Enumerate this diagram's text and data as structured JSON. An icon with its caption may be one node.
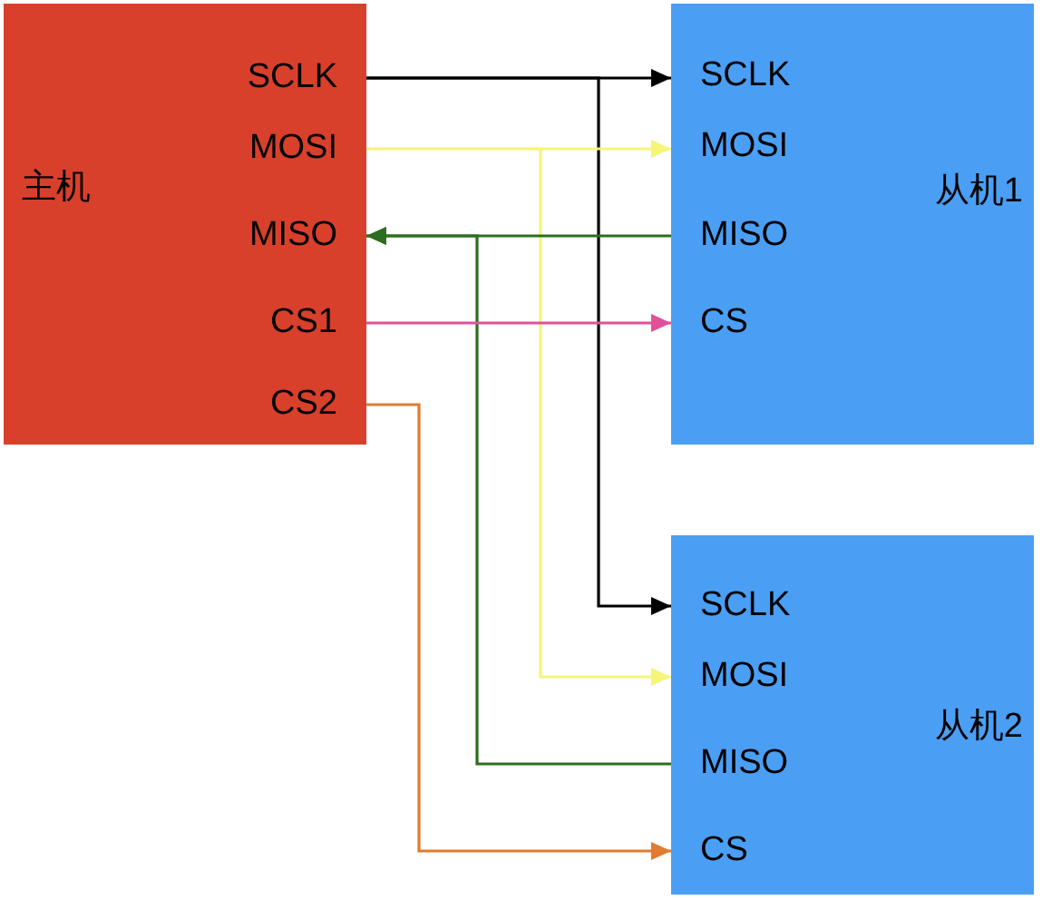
{
  "diagram": {
    "nodes": [
      {
        "text": [
          "主机"
        ]
      },
      {
        "text": [
          "SCLK"
        ],
        "in": 0
      },
      {
        "text": [
          "MOSI"
        ],
        "in": 0
      },
      {
        "text": [
          "MISO"
        ],
        "in": 0
      },
      {
        "text": [
          "CS1"
        ],
        "in": 0
      },
      {
        "text": [
          "CS2"
        ],
        "in": 0
      },
      {
        "text": [
          "从机1"
        ]
      },
      {
        "text": [
          "SCLK"
        ],
        "in": 6
      },
      {
        "text": [
          "MOSI"
        ],
        "in": 6
      },
      {
        "text": [
          "MISO"
        ],
        "in": 6
      },
      {
        "text": [
          "CS"
        ],
        "in": 6
      },
      {
        "text": [
          "从机2"
        ]
      },
      {
        "text": [
          "SCLK"
        ],
        "in": 11
      },
      {
        "text": [
          "MOSI"
        ],
        "in": 11
      },
      {
        "text": [
          "MISO"
        ],
        "in": 11
      },
      {
        "text": [
          "CS"
        ],
        "in": 11
      }
    ],
    "edges": [
      {
        "from": 1,
        "to": 7,
        "arrow": "to",
        "color": "#000000"
      },
      {
        "from": 1,
        "to": 12,
        "arrow": "to",
        "color": "#000000"
      },
      {
        "from": 2,
        "to": 8,
        "arrow": "to",
        "color": "#f5f57a"
      },
      {
        "from": 2,
        "to": 13,
        "arrow": "to",
        "color": "#f5f57a"
      },
      {
        "from": 9,
        "to": 3,
        "arrow": "to",
        "color": "#2d6e1e"
      },
      {
        "from": 14,
        "to": 3,
        "arrow": "to",
        "color": "#2d6e1e"
      },
      {
        "from": 4,
        "to": 10,
        "arrow": "to",
        "color": "#e0519a"
      },
      {
        "from": 5,
        "to": 15,
        "arrow": "to",
        "color": "#e07b2f"
      }
    ]
  }
}
